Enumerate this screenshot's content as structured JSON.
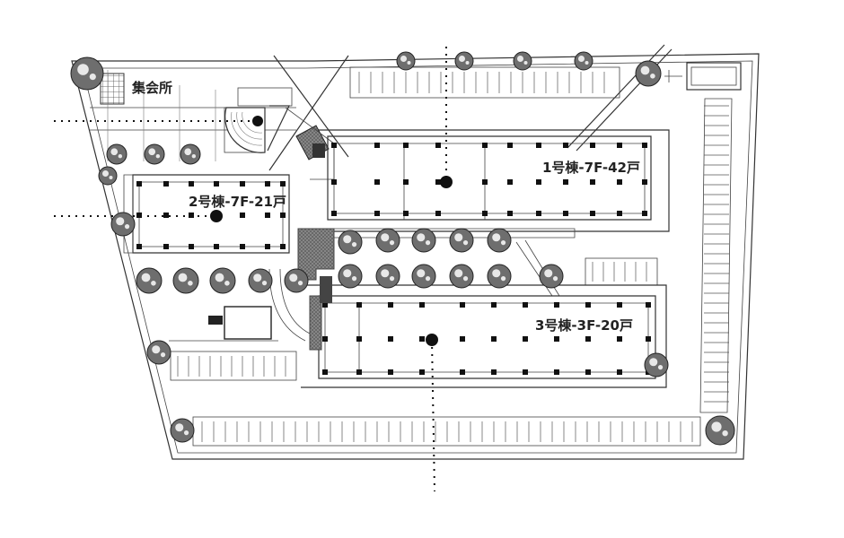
{
  "labels": {
    "meeting_hall": "集会所",
    "building_1": "1号棟-7F-42戸",
    "building_2": "2号棟-7F-21戸",
    "building_3": "3号棟-3F-20戸"
  },
  "colors": {
    "line": "#333333",
    "hatch": "#6a6a6a",
    "tree": "#6e6e6e",
    "background": "#ffffff"
  }
}
